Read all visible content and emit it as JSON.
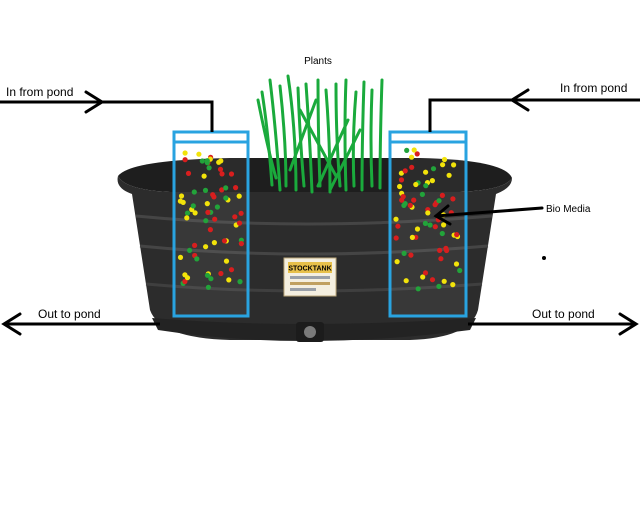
{
  "labels": {
    "plants": "Plants",
    "in_left": "In from pond",
    "in_right": "In from pond",
    "bio_media": "Bio Media",
    "out_left": "Out to pond",
    "out_right": "Out to pond"
  },
  "product_label": {
    "brand": "STOCKTANK"
  },
  "colors": {
    "tub": "#2a2a2a",
    "tub_highlight": "#3b3b3b",
    "filter_outline": "#29a3e0",
    "plant": "#1aaa3c",
    "media": [
      "#d81e1e",
      "#f2e30a",
      "#22a33a"
    ],
    "arrow": "#000000"
  },
  "icons": {
    "arrow_in": "arrow-right-icon",
    "arrow_out": "arrow-left-icon"
  }
}
